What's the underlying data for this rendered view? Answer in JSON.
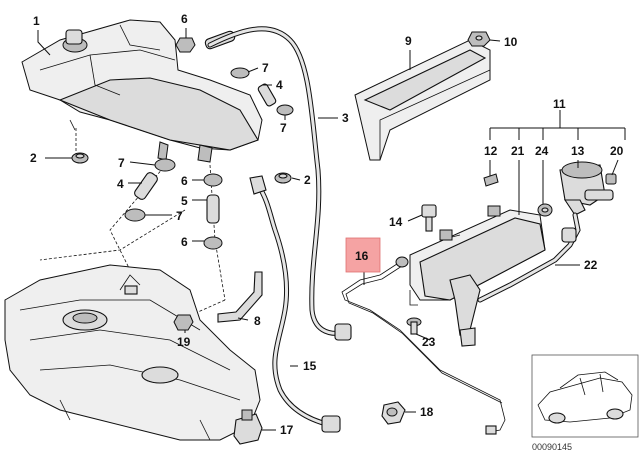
{
  "callouts": [
    {
      "id": "c1",
      "label": "1"
    },
    {
      "id": "c2a",
      "label": "2"
    },
    {
      "id": "c2b",
      "label": "2"
    },
    {
      "id": "c3",
      "label": "3"
    },
    {
      "id": "c4a",
      "label": "4"
    },
    {
      "id": "c4b",
      "label": "4"
    },
    {
      "id": "c5",
      "label": "5"
    },
    {
      "id": "c6a",
      "label": "6"
    },
    {
      "id": "c6b",
      "label": "6"
    },
    {
      "id": "c6c",
      "label": "6"
    },
    {
      "id": "c7a",
      "label": "7"
    },
    {
      "id": "c7b",
      "label": "7"
    },
    {
      "id": "c7c",
      "label": "7"
    },
    {
      "id": "c7d",
      "label": "7"
    },
    {
      "id": "c8",
      "label": "8"
    },
    {
      "id": "c9",
      "label": "9"
    },
    {
      "id": "c10",
      "label": "10"
    },
    {
      "id": "c11",
      "label": "11"
    },
    {
      "id": "c12",
      "label": "12"
    },
    {
      "id": "c13",
      "label": "13"
    },
    {
      "id": "c14",
      "label": "14"
    },
    {
      "id": "c15",
      "label": "15"
    },
    {
      "id": "c16",
      "label": "16"
    },
    {
      "id": "c17",
      "label": "17"
    },
    {
      "id": "c18",
      "label": "18"
    },
    {
      "id": "c19",
      "label": "19"
    },
    {
      "id": "c20",
      "label": "20"
    },
    {
      "id": "c21",
      "label": "21"
    },
    {
      "id": "c22",
      "label": "22"
    },
    {
      "id": "c23",
      "label": "23"
    },
    {
      "id": "c24",
      "label": "24"
    }
  ],
  "highlight_color": "#f5a3a3",
  "reference_code": "00090145"
}
